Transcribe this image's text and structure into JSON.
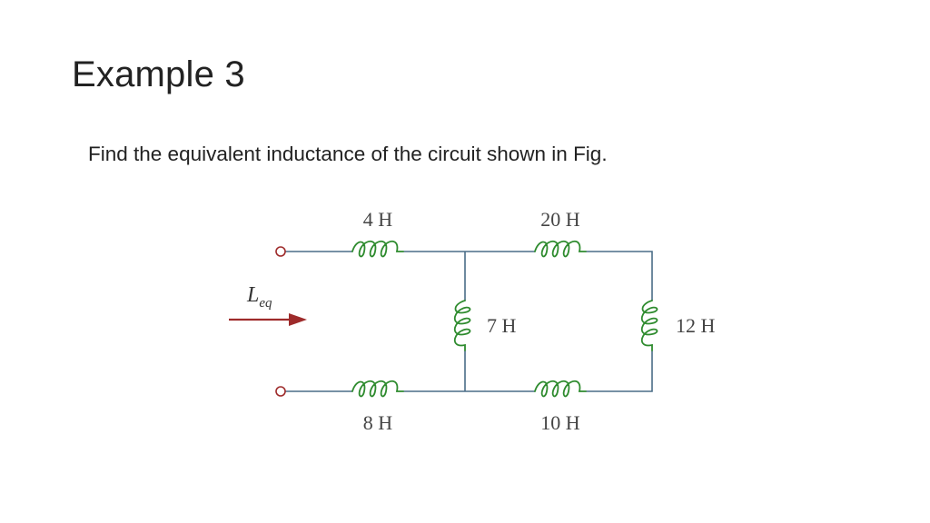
{
  "slide": {
    "title": "Example 3",
    "prompt": "Find the equivalent inductance of the circuit shown in Fig."
  },
  "circuit": {
    "inductors": {
      "top_left": "4 H",
      "top_right": "20 H",
      "bottom_left": "8 H",
      "bottom_right": "10 H",
      "middle_shunt": "7 H",
      "right_shunt": "12 H"
    },
    "equivalent_label": "L",
    "equivalent_sub": "eq",
    "colors": {
      "wire": "#4a6d87",
      "coil": "#2e8b2e",
      "arrow": "#9e2b2b"
    }
  }
}
